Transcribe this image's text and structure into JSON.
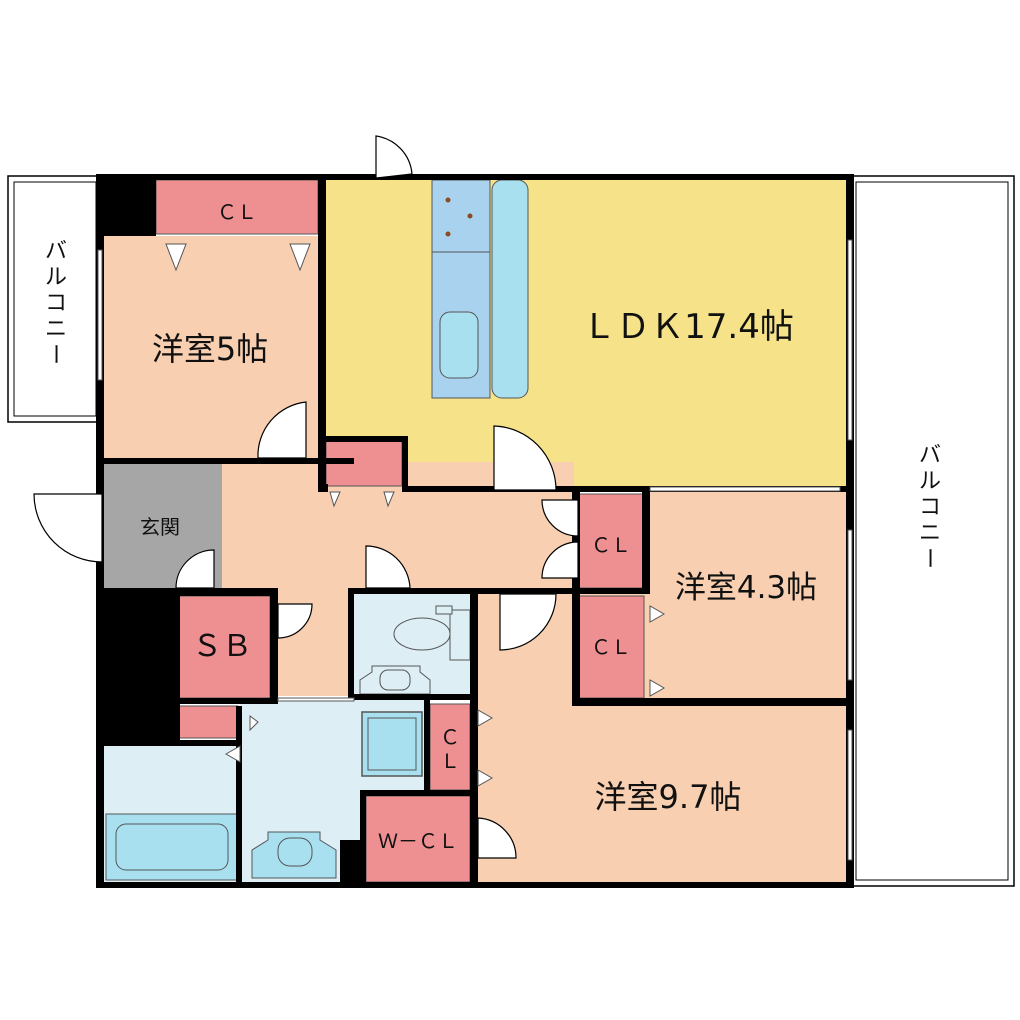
{
  "rooms": {
    "ldk": "ＬＤＫ17.4帖",
    "western5": "洋室5帖",
    "western43": "洋室4.3帖",
    "western97": "洋室9.7帖",
    "genkan": "玄関",
    "sb": "ＳＢ",
    "cl": "ＣＬ",
    "cl_vertical": [
      "Ｃ",
      "Ｌ"
    ],
    "wcl": "Ｗ－ＣＬ"
  },
  "balcony": {
    "chars": [
      "バ",
      "ル",
      "コ",
      "ニ",
      "ー"
    ]
  },
  "colors": {
    "ldk": "#f5e289",
    "bedroom": "#f8cfb1",
    "closet": "#ee8f92",
    "wet": "#ddeef5",
    "fixture": "#a8e0f0",
    "genkan": "#a6a6a6",
    "wall": "#000000"
  }
}
